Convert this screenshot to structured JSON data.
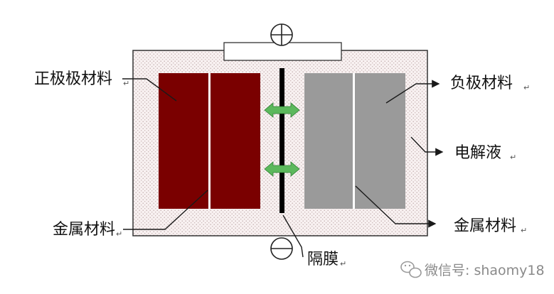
{
  "terminals": {
    "positive_symbol": "⊕",
    "negative_symbol": "⊖"
  },
  "labels": {
    "cathode_material": "正极极材料",
    "anode_material": "负极材料",
    "electrolyte": "电解液",
    "metal_left": "金属材料",
    "metal_right": "金属材料",
    "separator": "隔膜",
    "return_mark": "↵"
  },
  "watermark": {
    "text": "微信号: shaomy18"
  },
  "colors": {
    "cathode": "#7a0000",
    "anode": "#9a9a9a",
    "separator": "#000000",
    "ion_arrow": "#5cb85c",
    "electrolyte_bg": "#f6eeee"
  },
  "icons": {
    "watermark_logo": "wechat-icon"
  }
}
